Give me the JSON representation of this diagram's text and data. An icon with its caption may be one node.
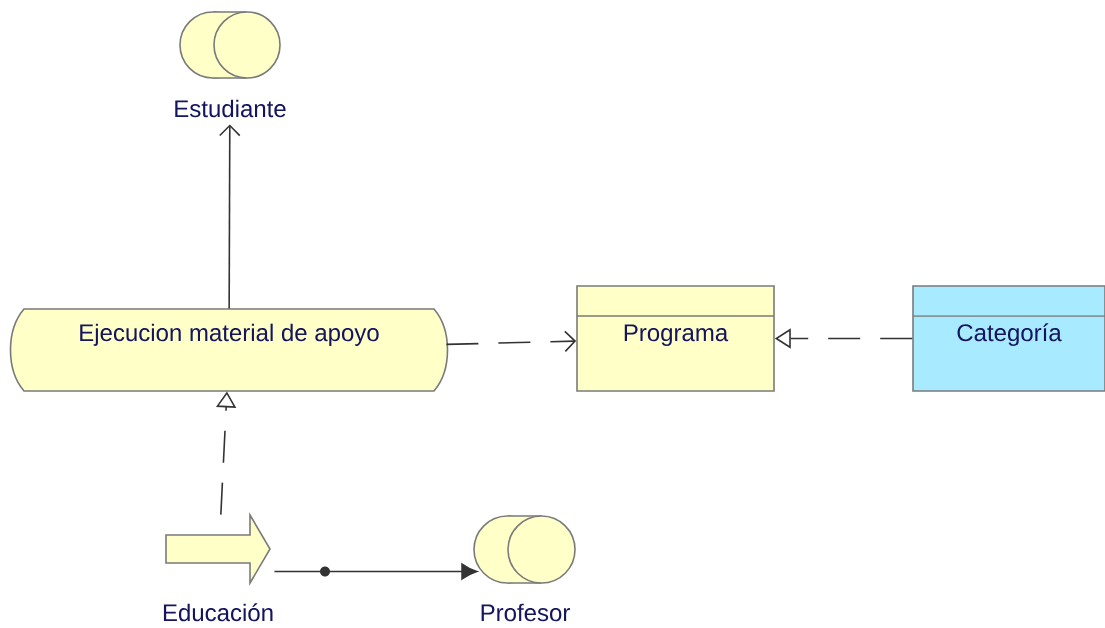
{
  "diagram": {
    "nodes": [
      {
        "text": [
          "Estudiante"
        ]
      },
      {
        "text": [
          "Ejecucion material de apoyo"
        ]
      },
      {
        "text": [
          "Programa"
        ]
      },
      {
        "text": [
          "Categoría"
        ]
      },
      {
        "text": [
          "Educación"
        ]
      },
      {
        "text": [
          "Profesor"
        ]
      }
    ],
    "edges": [
      {
        "from": 1,
        "to": 0,
        "arrow": "to"
      },
      {
        "from": 1,
        "to": 2,
        "arrow": "to",
        "style": "dashed"
      },
      {
        "from": 3,
        "to": 2,
        "arrow": "to",
        "style": "dashed"
      },
      {
        "from": 4,
        "to": 1,
        "arrow": "to",
        "style": "dashed"
      },
      {
        "from": 4,
        "to": 5,
        "arrow": "to"
      }
    ]
  }
}
